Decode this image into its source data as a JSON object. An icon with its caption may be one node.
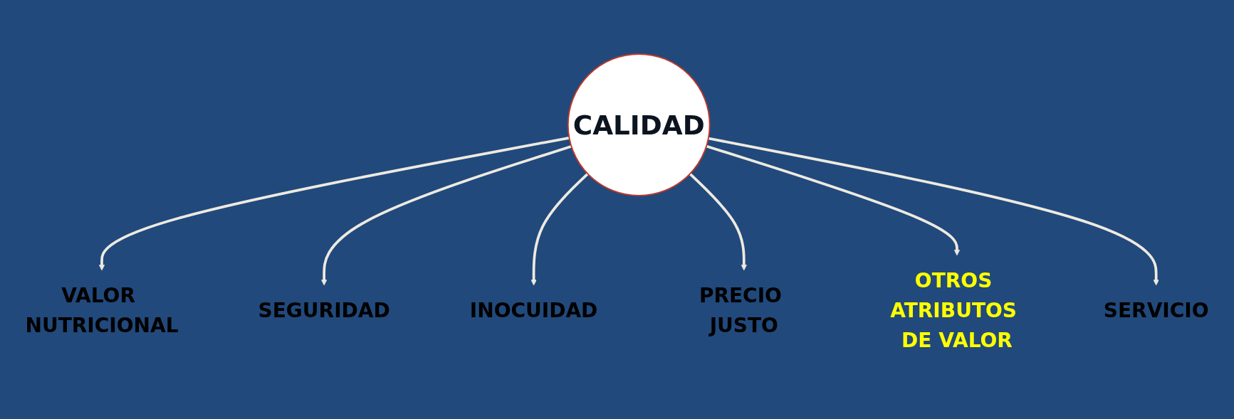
{
  "diagram": {
    "nodes": [
      {
        "text": [
          "VALOR NUTRICIONAL"
        ]
      },
      {
        "text": [
          "SEGURIDAD"
        ]
      },
      {
        "text": [
          "INOCUIDAD"
        ]
      },
      {
        "text": [
          "CALIDAD"
        ]
      },
      {
        "text": [
          "PRECIO JUSTO"
        ]
      },
      {
        "text": [
          "OTROS ATRIBUTOS DE VALOR"
        ]
      },
      {
        "text": [
          "SERVICIO"
        ]
      }
    ],
    "edges": [
      {
        "from": 3,
        "to": 0,
        "arrow": "to"
      },
      {
        "from": 3,
        "to": 1,
        "arrow": "to"
      },
      {
        "from": 3,
        "to": 2,
        "arrow": "to"
      },
      {
        "from": 3,
        "to": 4,
        "arrow": "to"
      },
      {
        "from": 3,
        "to": 5,
        "arrow": "to"
      },
      {
        "from": 3,
        "to": 6,
        "arrow": "to"
      }
    ]
  }
}
